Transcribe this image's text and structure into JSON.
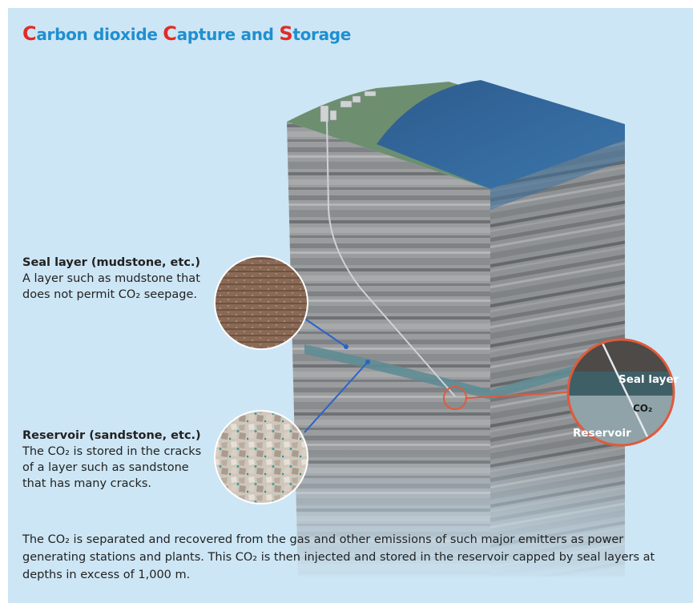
{
  "title": {
    "c1": "C",
    "t1": "arbon dioxide ",
    "c2": "C",
    "t2": "apture and ",
    "c3": "S",
    "t3": "torage"
  },
  "seal": {
    "heading": "Seal layer (mudstone, etc.)",
    "body": "A layer such as mudstone that does not permit CO₂ seepage."
  },
  "reservoir": {
    "heading": "Reservoir (sandstone, etc.)",
    "body": "The CO₂ is stored in the cracks of a layer such as sandstone that has many cracks."
  },
  "inset": {
    "seal_label": "Seal layer",
    "co2_label": "CO₂",
    "reservoir_label": "Reservoir"
  },
  "caption": "The CO₂ is separated and recovered from the gas and other emissions of such major emitters as power generating stations and plants. This CO₂ is then injected and stored in the reservoir capped by seal layers at depths in excess of 1,000 m.",
  "colors": {
    "background": "#cde6f5",
    "title_blue": "#1f8fd0",
    "title_red": "#e22b25",
    "seal_layer": "#5f8c94",
    "callout_line": "#2b63c9",
    "inset_ring": "#e05a3a"
  }
}
